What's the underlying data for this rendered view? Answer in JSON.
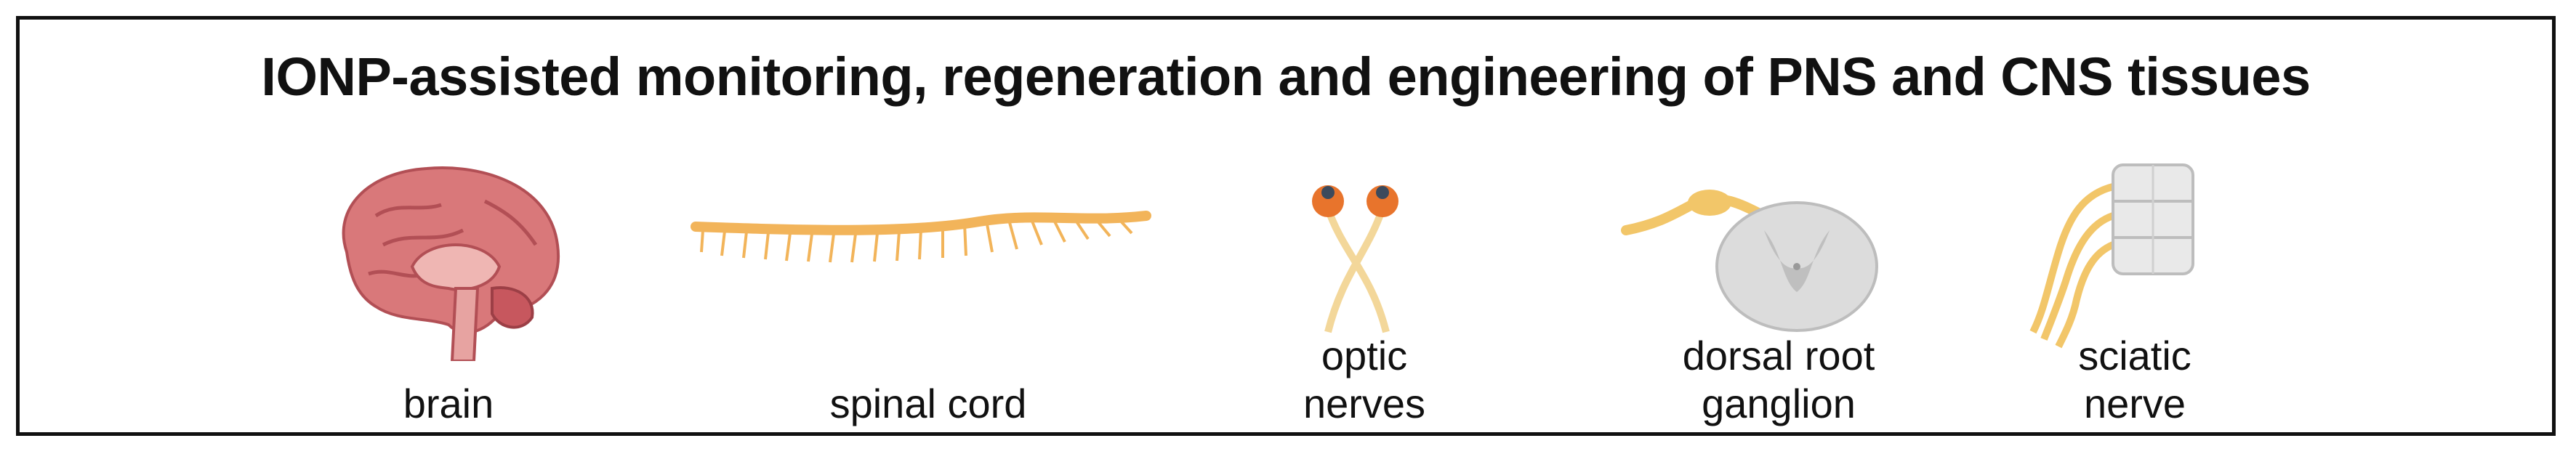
{
  "title": "IONP-assisted monitoring, regeneration and engineering of PNS and CNS tissues",
  "items": [
    {
      "label": "brain"
    },
    {
      "label": "spinal cord"
    },
    {
      "label_line1": "optic",
      "label_line2": "nerves"
    },
    {
      "label_line1": "dorsal root",
      "label_line2": "ganglion"
    },
    {
      "label_line1": "sciatic",
      "label_line2": "nerve"
    }
  ],
  "colors": {
    "frame": "#111111",
    "brain": "#d9787a",
    "nerve": "#f2b45a",
    "eye": "#e8742c",
    "spinal_section": "#d6d6d6"
  }
}
